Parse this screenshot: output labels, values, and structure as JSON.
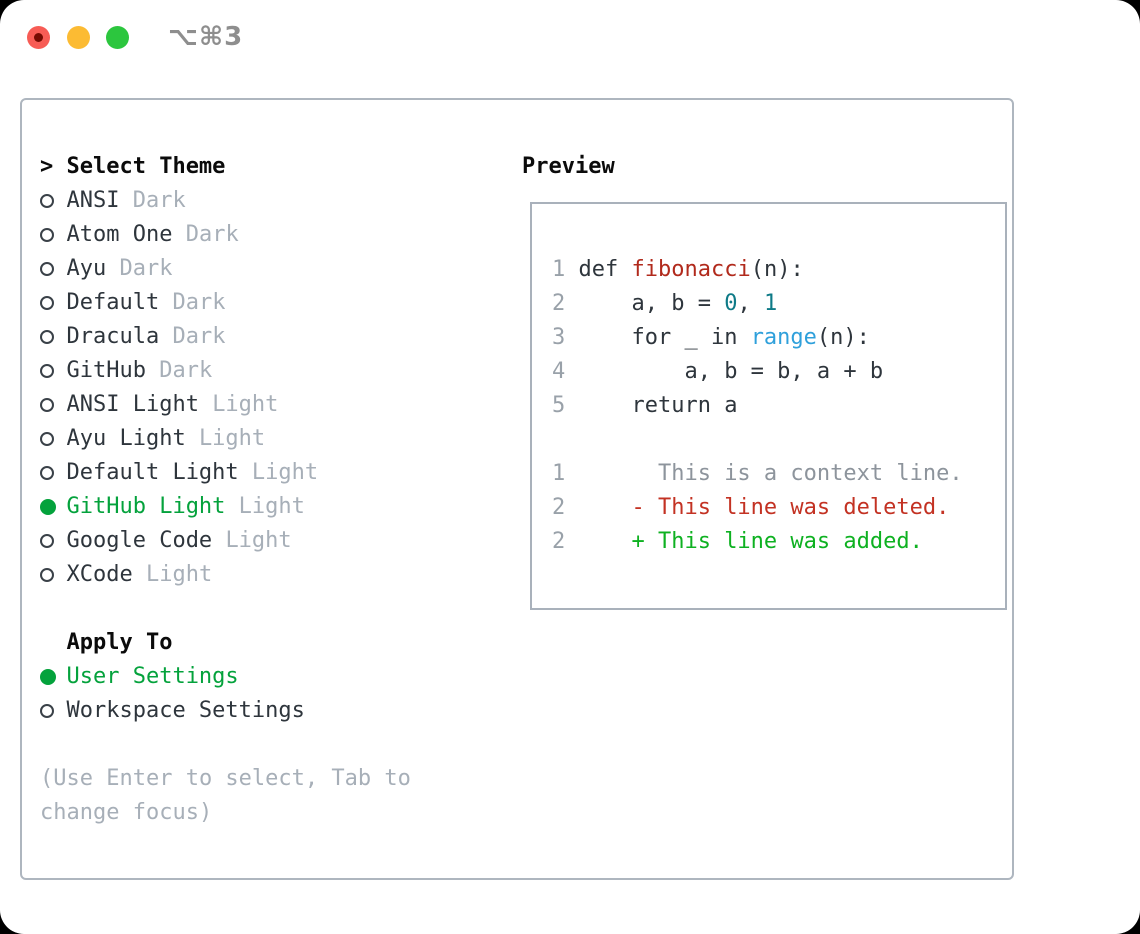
{
  "window": {
    "title": "⌥⌘3",
    "traffic_lights": [
      "close",
      "minimize",
      "zoom"
    ]
  },
  "theme_list": {
    "header_marker": ">",
    "header": "Select Theme",
    "items": [
      {
        "name": "ANSI",
        "variant": "Dark",
        "selected": false
      },
      {
        "name": "Atom One",
        "variant": "Dark",
        "selected": false
      },
      {
        "name": "Ayu",
        "variant": "Dark",
        "selected": false
      },
      {
        "name": "Default",
        "variant": "Dark",
        "selected": false
      },
      {
        "name": "Dracula",
        "variant": "Dark",
        "selected": false
      },
      {
        "name": "GitHub",
        "variant": "Dark",
        "selected": false
      },
      {
        "name": "ANSI Light",
        "variant": "Light",
        "selected": false
      },
      {
        "name": "Ayu Light",
        "variant": "Light",
        "selected": false
      },
      {
        "name": "Default Light",
        "variant": "Light",
        "selected": false
      },
      {
        "name": "GitHub Light",
        "variant": "Light",
        "selected": true
      },
      {
        "name": "Google Code",
        "variant": "Light",
        "selected": false
      },
      {
        "name": "XCode",
        "variant": "Light",
        "selected": false
      }
    ]
  },
  "apply_to": {
    "header": "Apply To",
    "options": [
      {
        "label": "User Settings",
        "selected": true
      },
      {
        "label": "Workspace Settings",
        "selected": false
      }
    ]
  },
  "hint": {
    "line1": "(Use Enter to select, Tab to",
    "line2": "change focus)"
  },
  "preview": {
    "header": "Preview",
    "lines": [
      {
        "num": "1",
        "tokens": [
          {
            "t": " def ",
            "s": "code"
          },
          {
            "t": "fibonacci",
            "s": "func"
          },
          {
            "t": "(n):",
            "s": "code"
          }
        ]
      },
      {
        "num": "2",
        "tokens": [
          {
            "t": "     a, b = ",
            "s": "code"
          },
          {
            "t": "0",
            "s": "num"
          },
          {
            "t": ", ",
            "s": "code"
          },
          {
            "t": "1",
            "s": "num"
          }
        ]
      },
      {
        "num": "3",
        "tokens": [
          {
            "t": "     for _ in ",
            "s": "code"
          },
          {
            "t": "range",
            "s": "builtin"
          },
          {
            "t": "(n):",
            "s": "code"
          }
        ]
      },
      {
        "num": "4",
        "tokens": [
          {
            "t": "         a, b = b, a + b",
            "s": "code"
          }
        ]
      },
      {
        "num": "5",
        "tokens": [
          {
            "t": "     return a",
            "s": "code"
          }
        ]
      },
      {
        "num": "",
        "tokens": []
      },
      {
        "num": "1",
        "tokens": [
          {
            "t": "       This is a context line.",
            "s": "context"
          }
        ]
      },
      {
        "num": "2",
        "tokens": [
          {
            "t": "     - This line was deleted.",
            "s": "del"
          }
        ]
      },
      {
        "num": "2",
        "tokens": [
          {
            "t": "     + This line was added.",
            "s": "add"
          }
        ]
      }
    ]
  },
  "colors": {
    "selection_green": "#04a23c",
    "added_green": "#0eb121",
    "deleted_red": "#c33223",
    "function_red": "#b12a1c",
    "number_teal": "#0e7a87",
    "builtin_blue": "#2fa0db",
    "muted_gray": "#a7afb8",
    "line_number_gray": "#99a1a9",
    "context_gray": "#8d949c",
    "text_dark": "#2e353c",
    "border_gray": "#aeb6bf",
    "traffic_red": "#f75c55",
    "traffic_yellow": "#fcbb33",
    "traffic_green": "#2cc63e"
  }
}
